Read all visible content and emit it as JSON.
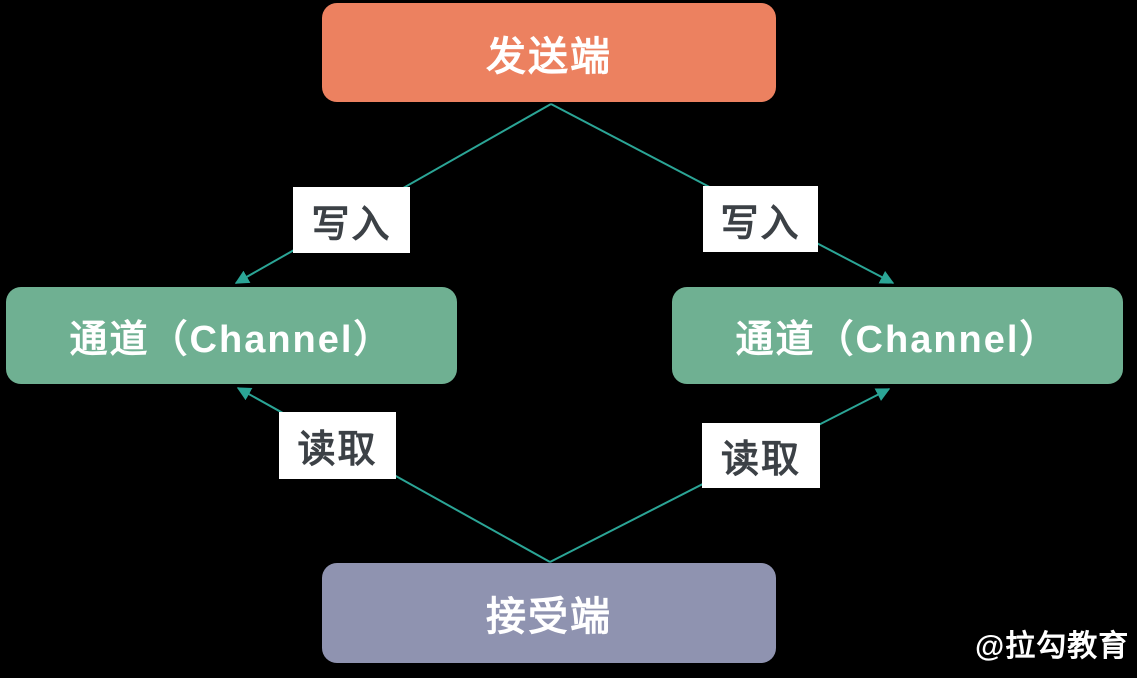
{
  "diagram": {
    "title_context": "Go channel write/read flow diagram",
    "background_color": "#000000",
    "edge_color": "#2BA596",
    "nodes": {
      "sender": {
        "label": "发送端",
        "color": "#EC8160",
        "text_color": "#FFFFFF"
      },
      "channel_left": {
        "label": "通道（Channel）",
        "color": "#6FB092",
        "text_color": "#FFFFFF"
      },
      "channel_right": {
        "label": "通道（Channel）",
        "color": "#6FB092",
        "text_color": "#FFFFFF"
      },
      "receiver": {
        "label": "接受端",
        "color": "#8F93B0",
        "text_color": "#FFFFFF"
      }
    },
    "edges": {
      "write_left": {
        "label": "写入",
        "from": "sender",
        "to": "channel_left"
      },
      "write_right": {
        "label": "写入",
        "from": "sender",
        "to": "channel_right"
      },
      "read_left": {
        "label": "读取",
        "from": "receiver",
        "to": "channel_left"
      },
      "read_right": {
        "label": "读取",
        "from": "receiver",
        "to": "channel_right"
      },
      "label_text_color": "#3C4146",
      "label_background": "#FFFFFF"
    },
    "watermark": "@拉勾教育"
  }
}
